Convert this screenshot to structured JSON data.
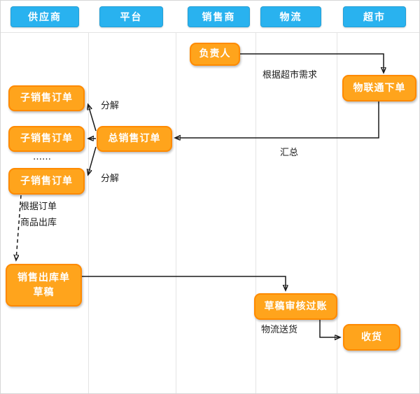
{
  "lanes": {
    "items": [
      {
        "label": "供应商"
      },
      {
        "label": "平台"
      },
      {
        "label": "销售商"
      },
      {
        "label": "物流"
      },
      {
        "label": "超市"
      }
    ]
  },
  "nodes": {
    "manager": {
      "label": "负责人"
    },
    "iot_order": {
      "label": "物联通下单"
    },
    "sub_order_1": {
      "label": "子销售订单"
    },
    "sub_order_2": {
      "label": "子销售订单"
    },
    "sub_order_3": {
      "label": "子销售订单"
    },
    "total_order": {
      "label": "总销售订单"
    },
    "outbound_draft": {
      "line1": "销售出库单",
      "line2": "草稿"
    },
    "draft_review": {
      "label": "草稿审核过账"
    },
    "receive": {
      "label": "收货"
    }
  },
  "annotations": {
    "demand": "根据超市需求",
    "decompose_top": "分解",
    "ellipsis": "……",
    "decompose_bottom": "分解",
    "summarize": "汇总",
    "per_order_line1": "根据订单",
    "per_order_line2": "商品出库",
    "delivery": "物流送货"
  },
  "colors": {
    "lane_header": "#29b2ef",
    "node_fill": "#ffa41c",
    "node_border": "#ff8a00",
    "line": "#1a1a1a"
  }
}
